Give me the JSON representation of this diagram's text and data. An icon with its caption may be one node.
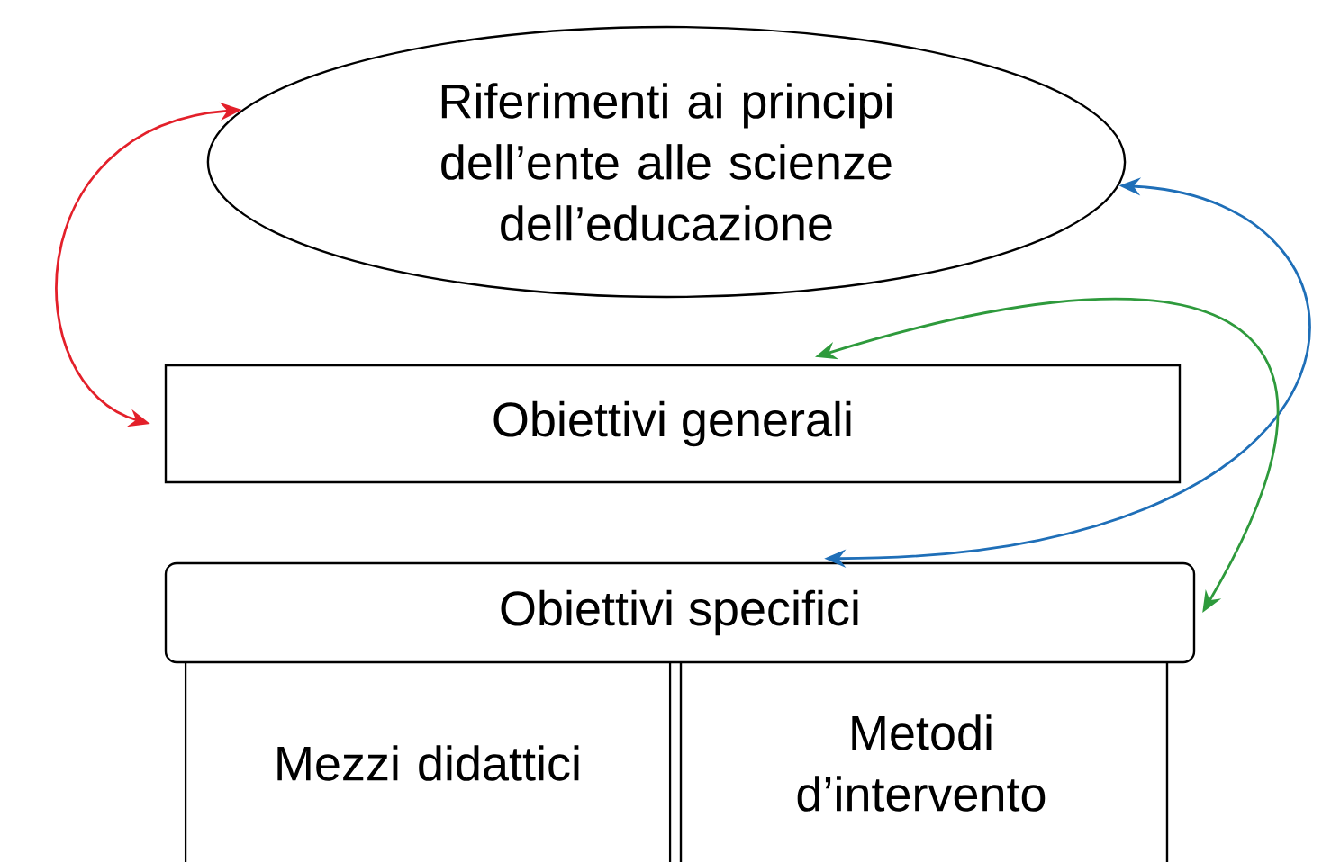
{
  "diagram": {
    "nodes": [
      {
        "text": [
          "Riferimenti ai principi dell’ente alle scienze dell’educazione"
        ]
      },
      {
        "text": [
          "Obiettivi generali"
        ]
      },
      {
        "text": [
          "Obiettivi specifici"
        ]
      },
      {
        "text": [
          "Mezzi didattici"
        ]
      },
      {
        "text": [
          "Metodi d’intervento"
        ]
      }
    ],
    "edges": [
      {
        "from": 0,
        "to": 1,
        "arrow": "both",
        "color": "#e3202a"
      },
      {
        "from": 0,
        "to": 2,
        "arrow": "both",
        "color": "#1f6fb8"
      },
      {
        "from": 1,
        "to": 2,
        "arrow": "both",
        "color": "#2e9a3c"
      }
    ]
  }
}
